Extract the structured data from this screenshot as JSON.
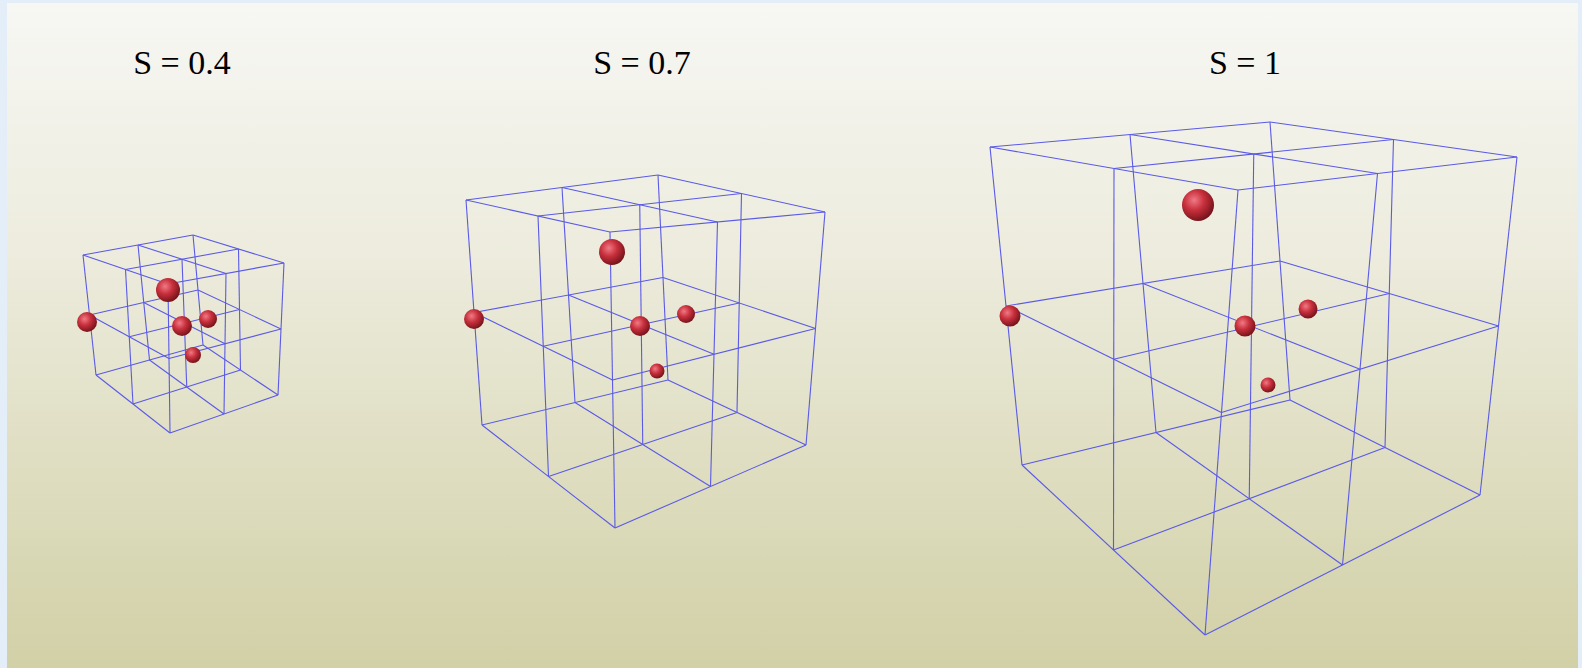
{
  "diagram": {
    "labels": [
      "S = 0.4",
      "S = 0.7",
      "S = 1"
    ]
  }
}
